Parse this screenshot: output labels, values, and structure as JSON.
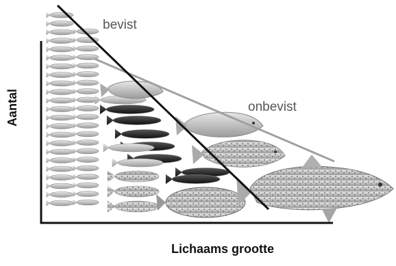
{
  "labels": {
    "fished": "bevist",
    "unfished": "onbevist",
    "y_axis": "Aantal",
    "x_axis": "Lichaams grootte"
  },
  "colors": {
    "axis": "#111111",
    "fished_line": "#111111",
    "unfished_line": "#9a9a9a",
    "label_text": "#555555",
    "fish_light": "#c9c9c9",
    "fish_dark": "#2a2a2a"
  },
  "icons": [
    "small-fish-icon",
    "medium-fish-icon",
    "flatfish-icon",
    "large-cod-icon"
  ]
}
